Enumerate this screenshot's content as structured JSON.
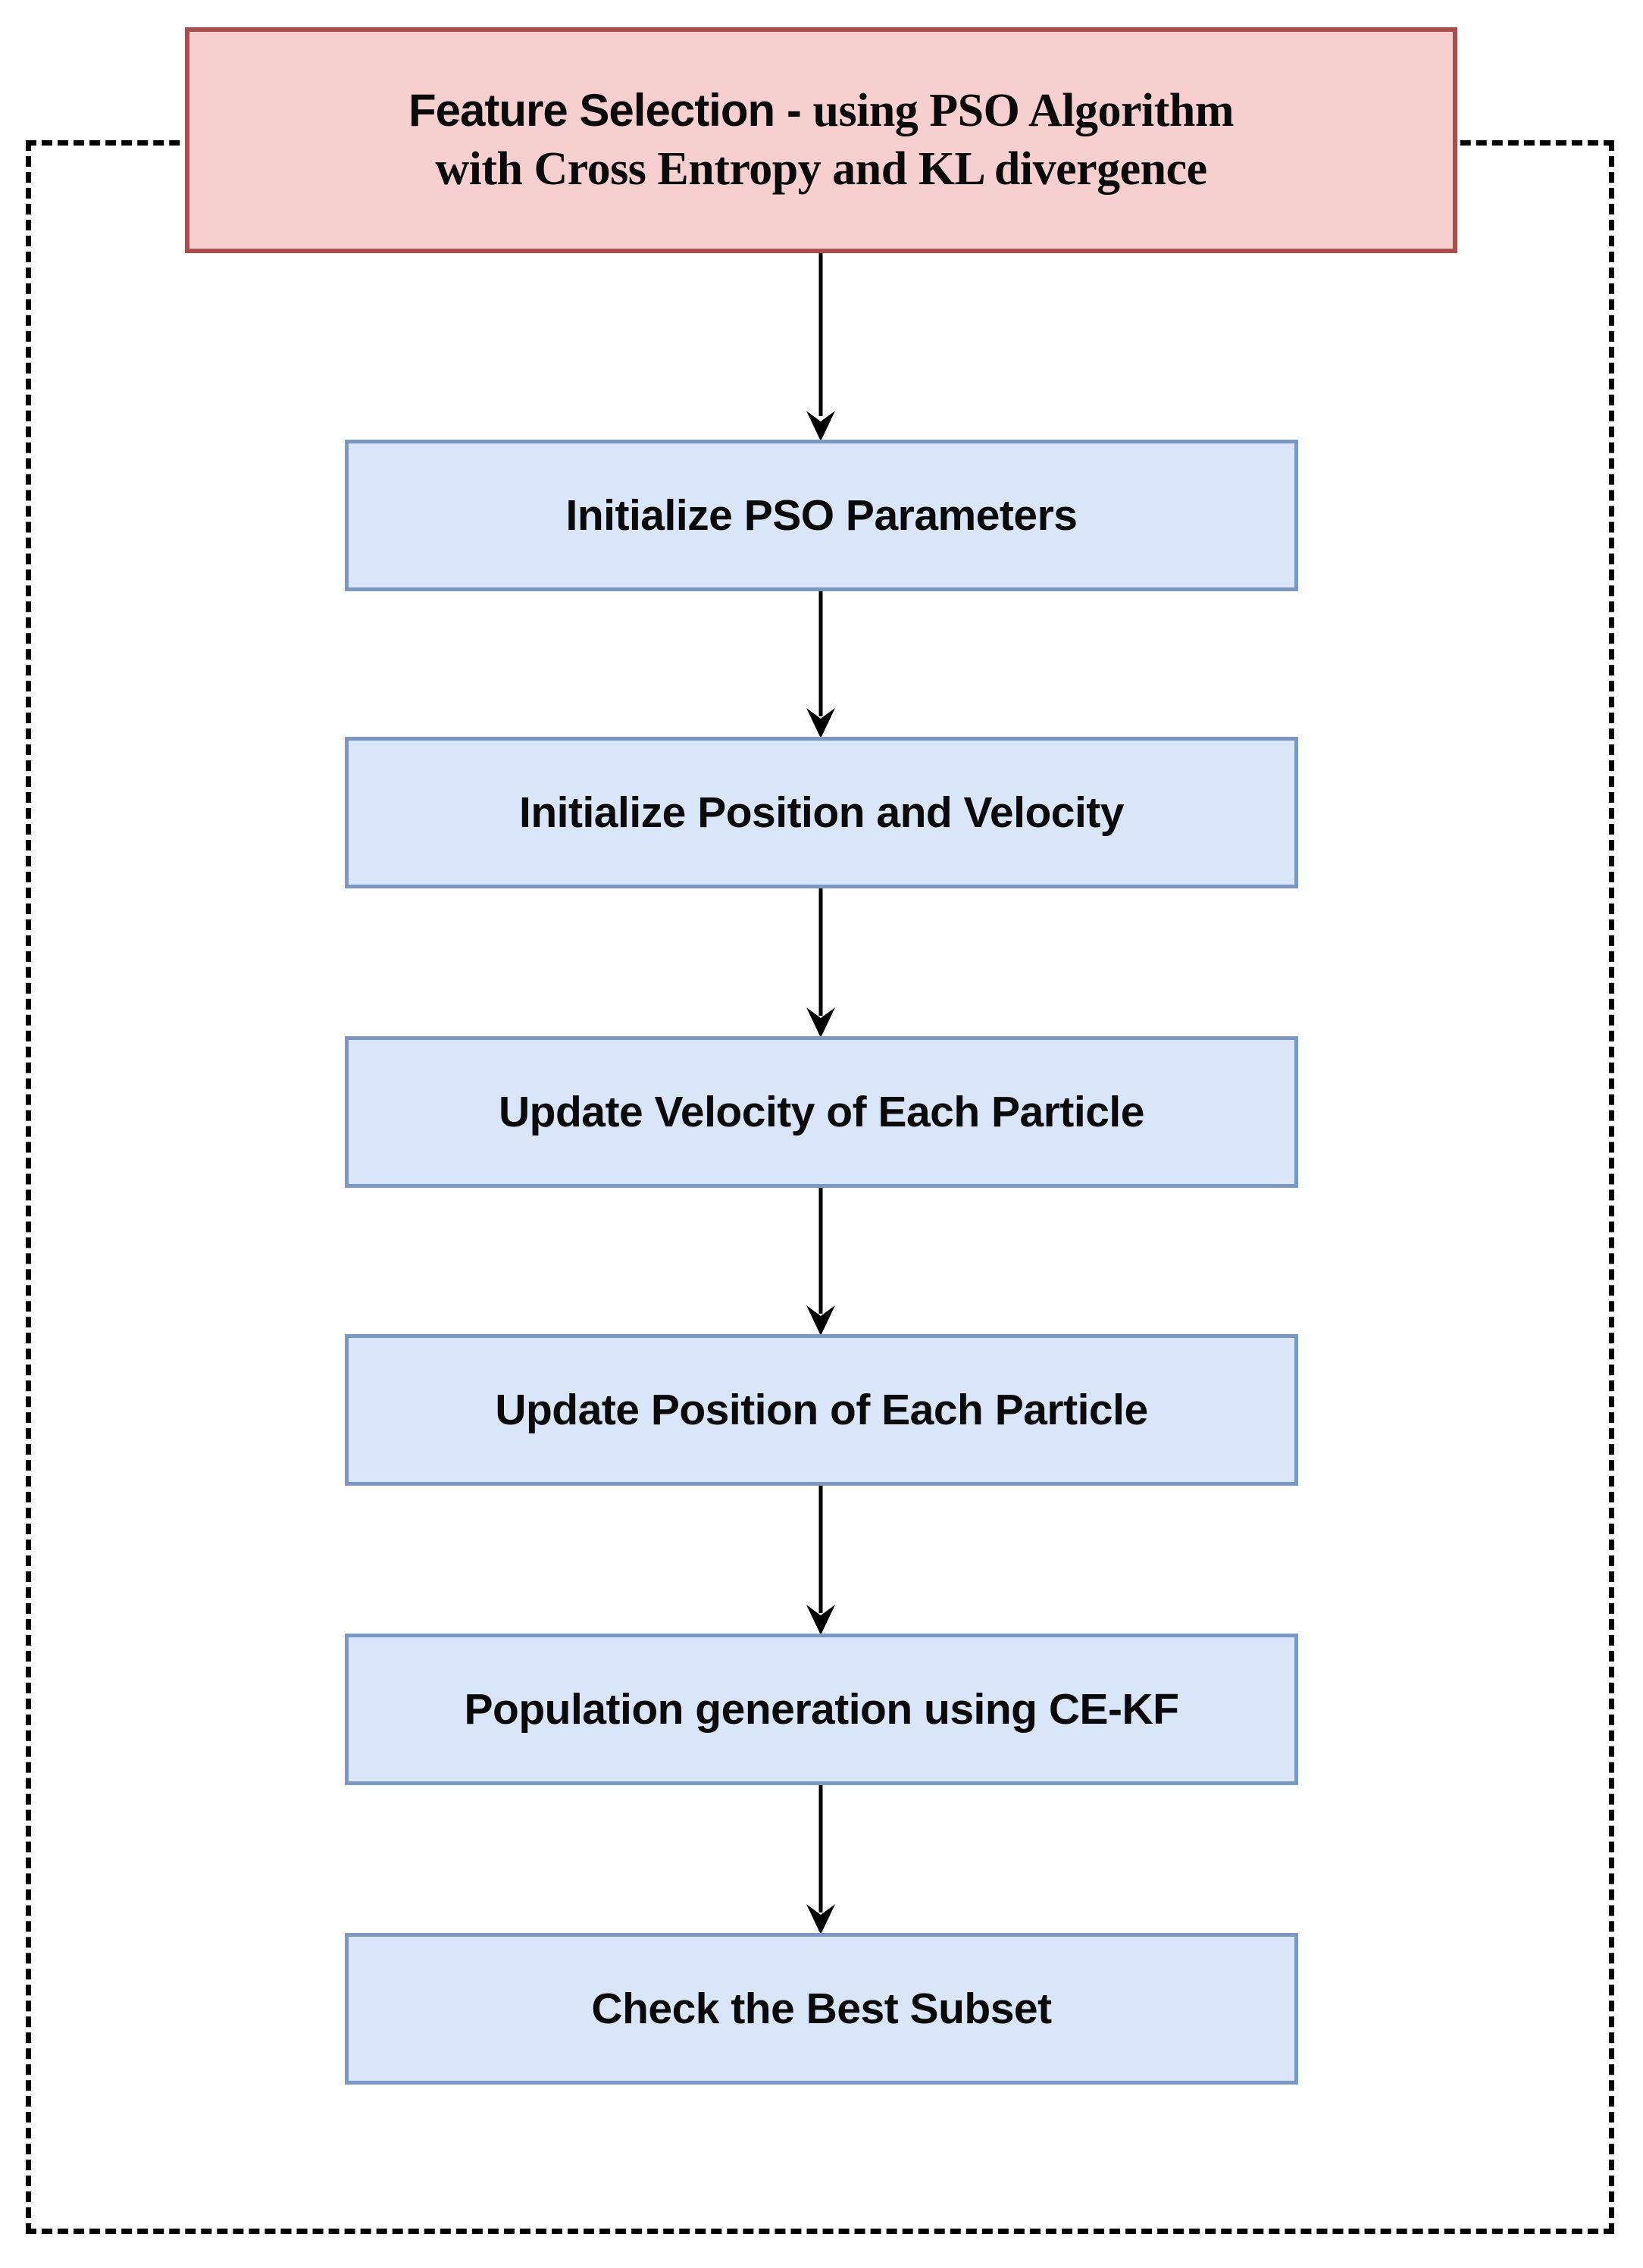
{
  "diagram": {
    "type": "flowchart",
    "orientation": "vertical",
    "title_box": {
      "lead": "Feature Selection - ",
      "rest_line1": "using PSO Algorithm",
      "line2": "with Cross Entropy and KL divergence",
      "full_text": "Feature Selection - using PSO Algorithm with Cross Entropy and KL divergence",
      "fill_color": "#f8cfcf",
      "border_color": "#a94e4e"
    },
    "container": {
      "style": "dashed",
      "border_color": "#000000"
    },
    "node_style": {
      "fill_color": "#d9e5f8",
      "border_color": "#7b97c4",
      "text_color": "#0a0a0a"
    },
    "nodes": [
      {
        "id": "n1",
        "label": "Initialize PSO Parameters"
      },
      {
        "id": "n2",
        "label": "Initialize Position and Velocity"
      },
      {
        "id": "n3",
        "label": "Update Velocity of Each Particle"
      },
      {
        "id": "n4",
        "label": "Update Position of Each Particle"
      },
      {
        "id": "n5",
        "label": "Population generation using CE-KF"
      },
      {
        "id": "n6",
        "label": "Check the Best Subset"
      }
    ],
    "edges": [
      {
        "from": "title",
        "to": "n1",
        "arrow": "down"
      },
      {
        "from": "n1",
        "to": "n2",
        "arrow": "down"
      },
      {
        "from": "n2",
        "to": "n3",
        "arrow": "down"
      },
      {
        "from": "n3",
        "to": "n4",
        "arrow": "down"
      },
      {
        "from": "n4",
        "to": "n5",
        "arrow": "down"
      },
      {
        "from": "n5",
        "to": "n6",
        "arrow": "down"
      }
    ]
  }
}
